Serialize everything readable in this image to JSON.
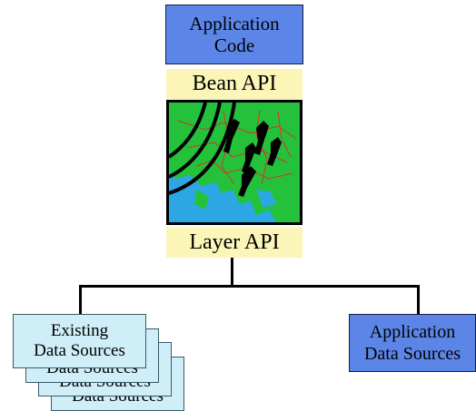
{
  "app_code": {
    "line1": "Application",
    "line2": "Code"
  },
  "bean_api": "Bean API",
  "map_image": "europe-map-icon",
  "layer_api": "Layer API",
  "existing_sources": {
    "line1": "Existing",
    "line2": "Data Sources",
    "back_label": "Data Sources"
  },
  "app_sources": {
    "line1": "Application",
    "line2": "Data Sources"
  },
  "colors": {
    "blue_box": "#5b86e8",
    "yellow_band": "#fbf6b8",
    "stack_box": "#cfeef8",
    "map_land": "#23c23a",
    "map_sea": "#2ca7e3"
  }
}
